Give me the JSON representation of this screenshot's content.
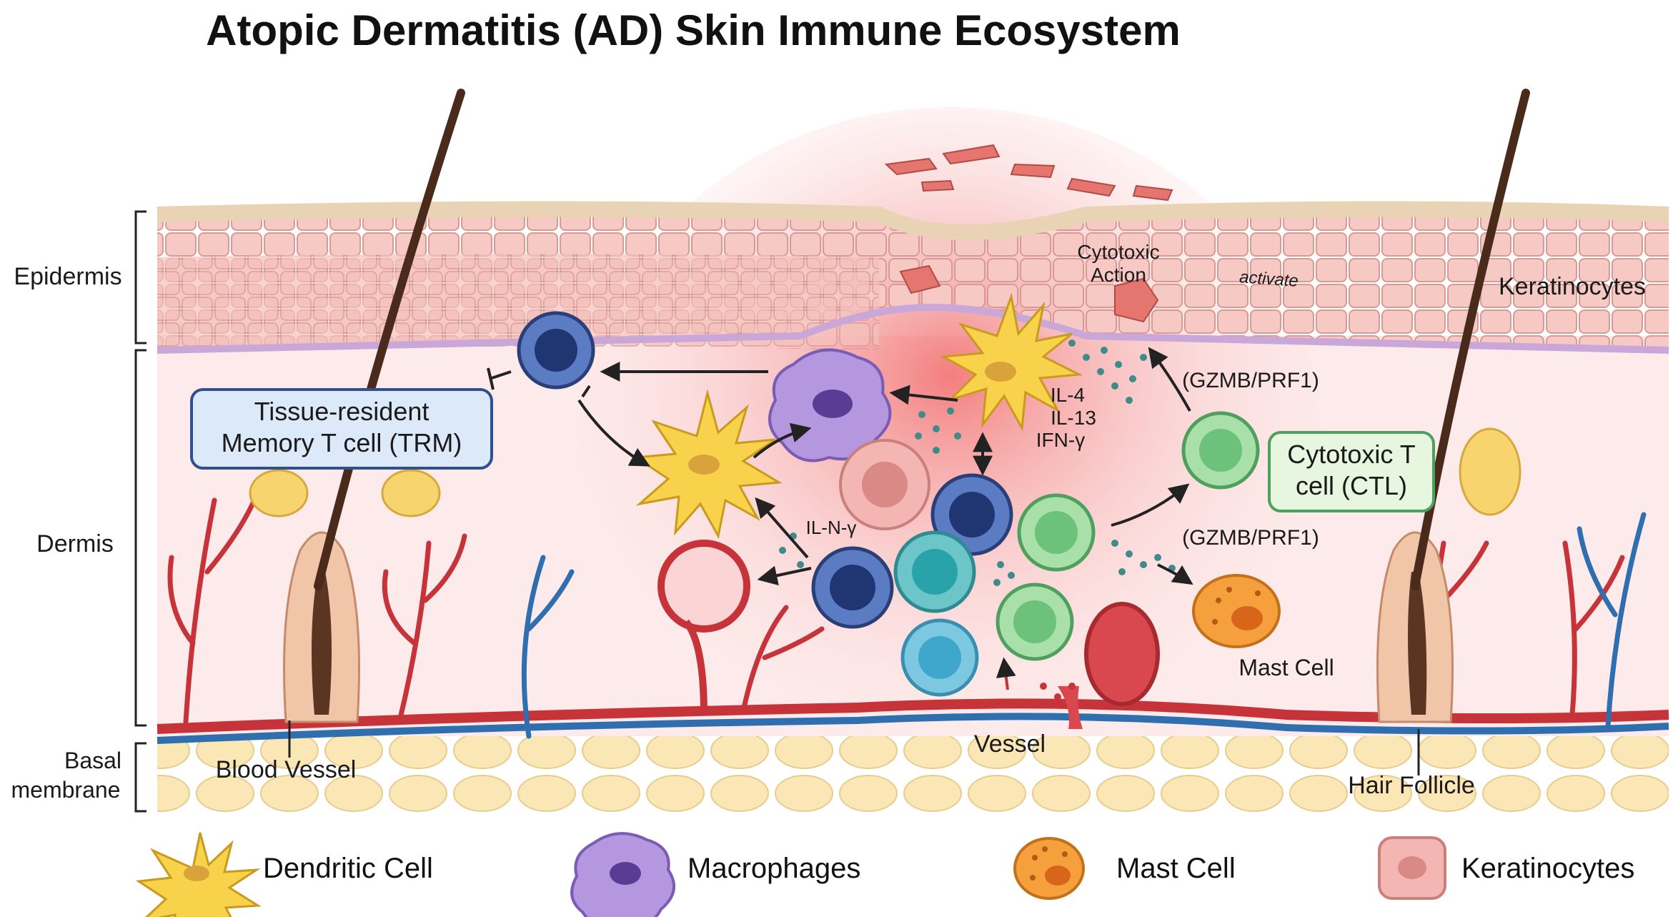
{
  "title": "Atopic Dermatitis (AD) Skin Immune Ecosystem",
  "layers": {
    "epidermis": "Epidermis",
    "dermis": "Dermis",
    "basal_line1": "Basal",
    "basal_line2": "membrane"
  },
  "callouts": {
    "trm_line1": "Tissue-resident",
    "trm_line2": "Memory T cell (TRM)",
    "ctl_line1": "Cytotoxic T",
    "ctl_line2": "cell (CTL)"
  },
  "labels": {
    "keratinocytes": "Keratinocytes",
    "cytotoxic_action_line1": "Cytotoxic",
    "cytotoxic_action_line2": "Action",
    "activate": "activate",
    "gzmb_top": "(GZMB/PRF1)",
    "gzmb_bottom": "(GZMB/PRF1)",
    "il4": "IL-4",
    "il13": "IL-13",
    "ifng": "IFN-γ",
    "il_n_g": "IL-N-γ",
    "mast_cell": "Mast Cell",
    "vessel": "Vessel",
    "blood_vessel": "Blood Vessel",
    "hair_follicle": "Hair Follicle"
  },
  "legend": [
    {
      "name": "Dendritic Cell",
      "icon": "dendritic-cell-icon",
      "color": "#f6d24a"
    },
    {
      "name": "Macrophages",
      "icon": "macrophage-icon",
      "color": "#a98bd8"
    },
    {
      "name": "Mast Cell",
      "icon": "mast-cell-icon",
      "color": "#f5a03c"
    },
    {
      "name": "Keratinocytes",
      "icon": "keratinocyte-icon",
      "color": "#f2b7b3"
    }
  ],
  "colors": {
    "artery": "#c6343a",
    "vein": "#2f6fb0",
    "trm": "#2f4f8f",
    "ctl": "#7cc98c",
    "inflammation": "#f06a6a"
  }
}
